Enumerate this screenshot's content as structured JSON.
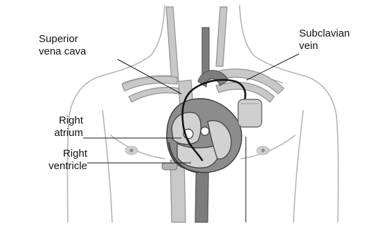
{
  "labels": {
    "superior_vena_cava": {
      "line1": "Superior",
      "line2": "vena cava"
    },
    "subclavian_vein": {
      "line1": "Subclavian",
      "line2": "vein"
    },
    "right_atrium": {
      "line1": "Right",
      "line2": "atrium"
    },
    "right_ventricle": {
      "line1": "Right",
      "line2": "ventricle"
    }
  },
  "colors": {
    "body_outline": "#b4b4b4",
    "vessel_light": "#c8c8c8",
    "vessel_dark": "#7d7d7d",
    "heart_fill": "#8c8c8c",
    "heart_inner": "#d2d2d2",
    "device_fill": "#cfcfcf",
    "lead": "#111111",
    "leader_line": "#111111"
  },
  "icons": {
    "device": "pacemaker-generator-icon",
    "lead": "pacing-lead-wire"
  }
}
